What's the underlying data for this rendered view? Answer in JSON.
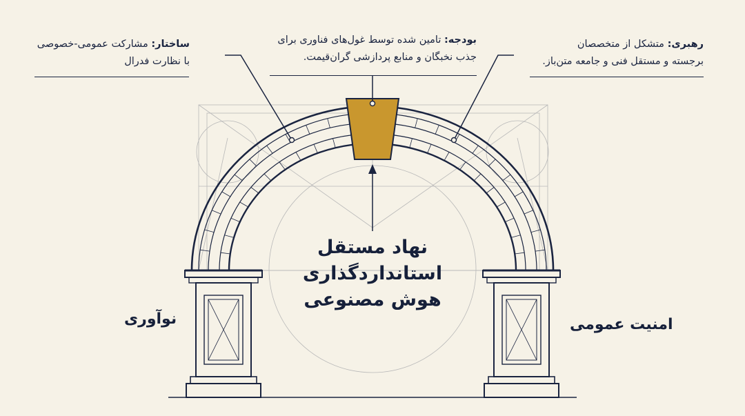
{
  "notes": {
    "structure": {
      "title": "ساختار:",
      "line1": "مشارکت عمومی-خصوصی",
      "line2": "با نظارت فدرال"
    },
    "budget": {
      "title": "بودجه:",
      "line1": "تامین شده توسط غول‌های فناوری برای",
      "line2": "جذب نخبگان و منابع پردازشی گران‌قیمت."
    },
    "leadership": {
      "title": "رهبری:",
      "line1": "متشکل از متخصصان",
      "line2": "برجسته و مستقل فنی و جامعه متن‌باز."
    }
  },
  "center_title": {
    "line1": "نهاد مستقل",
    "line2": "استانداردگذاری",
    "line3": "هوش مصنوعی"
  },
  "pillars": {
    "left_label": "نوآوری",
    "right_label": "امنیت عمومی"
  },
  "colors": {
    "background": "#f6f2e7",
    "ink": "#1a2440",
    "keystone": "#c9972e",
    "guide": "#b8b8b8"
  }
}
